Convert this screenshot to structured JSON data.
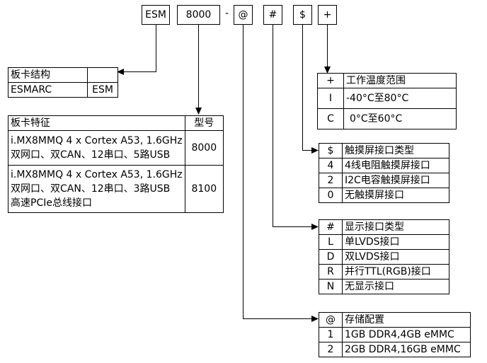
{
  "code": {
    "p1": "ESM",
    "p2": "8000",
    "separator": "-",
    "p3": "@",
    "p4": "#",
    "p5": "$",
    "p6": "+"
  },
  "board_structure": {
    "header": "板卡结构",
    "header_value": "",
    "row_name": "ESMARC",
    "row_value": "ESM"
  },
  "board_features": {
    "col_feature": "板卡特征",
    "col_model": "型号",
    "rows": [
      {
        "line1": "i.MX8MMQ 4 x Cortex A53, 1.6GHz",
        "line2": "双网口、双CAN、12串口、5路USB",
        "line3": "",
        "model": "8000"
      },
      {
        "line1": "i.MX8MMQ 4 x Cortex A53, 1.6GHz",
        "line2": "双网口、双CAN、12串口、3路USB",
        "line3": "高速PCIe总线接口",
        "model": "8100"
      }
    ]
  },
  "temperature": {
    "header_code": "+",
    "header_label": "工作温度范围",
    "rows": [
      {
        "code": "I",
        "label": "-40°C至80°C"
      },
      {
        "code": "C",
        "label": "0°C至60°C"
      }
    ]
  },
  "touch": {
    "header_code": "$",
    "header_label": "触摸屏接口类型",
    "rows": [
      {
        "code": "4",
        "label": "4线电阻触摸屏接口"
      },
      {
        "code": "2",
        "label": "I2C电容触摸屏接口"
      },
      {
        "code": "0",
        "label": "无触摸屏接口"
      }
    ]
  },
  "display": {
    "header_code": "#",
    "header_label": "显示接口类型",
    "rows": [
      {
        "code": "L",
        "label": "单LVDS接口"
      },
      {
        "code": "D",
        "label": "双LVDS接口"
      },
      {
        "code": "R",
        "label": "并行TTL(RGB)接口"
      },
      {
        "code": "N",
        "label": "无显示接口"
      }
    ]
  },
  "storage": {
    "header_code": "@",
    "header_label": "存储配置",
    "rows": [
      {
        "code": "1",
        "label": "1GB DDR4,4GB eMMC"
      },
      {
        "code": "2",
        "label": "2GB DDR4,16GB eMMC"
      }
    ]
  }
}
